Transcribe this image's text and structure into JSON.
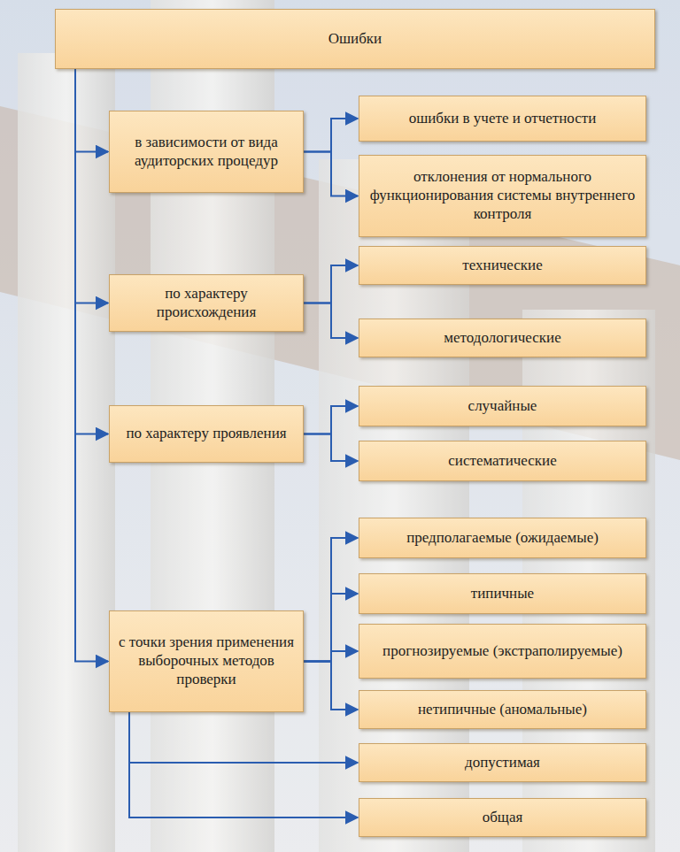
{
  "diagram": {
    "nodes": [
      {
        "text": [
          "Ошибки"
        ]
      },
      {
        "text": [
          "в зависимости от вида аудиторских процедур"
        ]
      },
      {
        "text": [
          "ошибки в учете и отчетности"
        ]
      },
      {
        "text": [
          "отклонения от нормального функционирования системы внутреннего контроля"
        ]
      },
      {
        "text": [
          "по характеру происхождения"
        ]
      },
      {
        "text": [
          "технические"
        ]
      },
      {
        "text": [
          "методологические"
        ]
      },
      {
        "text": [
          "по характеру проявления"
        ]
      },
      {
        "text": [
          "случайные"
        ]
      },
      {
        "text": [
          "систематические"
        ]
      },
      {
        "text": [
          "с точки зрения применения выборочных методов проверки"
        ]
      },
      {
        "text": [
          "предполагаемые (ожидаемые)"
        ]
      },
      {
        "text": [
          "типичные"
        ]
      },
      {
        "text": [
          "прогнозируемые (экстраполируемые)"
        ]
      },
      {
        "text": [
          "нетипичные (аномальные)"
        ]
      },
      {
        "text": [
          "допустимая"
        ]
      },
      {
        "text": [
          "общая"
        ]
      }
    ],
    "edges": [
      {
        "from": 0,
        "to": 1,
        "arrow": "to"
      },
      {
        "from": 0,
        "to": 4,
        "arrow": "to"
      },
      {
        "from": 0,
        "to": 7,
        "arrow": "to"
      },
      {
        "from": 0,
        "to": 10,
        "arrow": "to"
      },
      {
        "from": 1,
        "to": 2,
        "arrow": "to"
      },
      {
        "from": 1,
        "to": 3,
        "arrow": "to"
      },
      {
        "from": 4,
        "to": 5,
        "arrow": "to"
      },
      {
        "from": 4,
        "to": 6,
        "arrow": "to"
      },
      {
        "from": 7,
        "to": 8,
        "arrow": "to"
      },
      {
        "from": 7,
        "to": 9,
        "arrow": "to"
      },
      {
        "from": 10,
        "to": 11,
        "arrow": "to"
      },
      {
        "from": 10,
        "to": 12,
        "arrow": "to"
      },
      {
        "from": 10,
        "to": 13,
        "arrow": "to"
      },
      {
        "from": 10,
        "to": 14,
        "arrow": "to"
      },
      {
        "from": 10,
        "to": 15,
        "arrow": "to"
      },
      {
        "from": 10,
        "to": 16,
        "arrow": "to"
      }
    ]
  }
}
